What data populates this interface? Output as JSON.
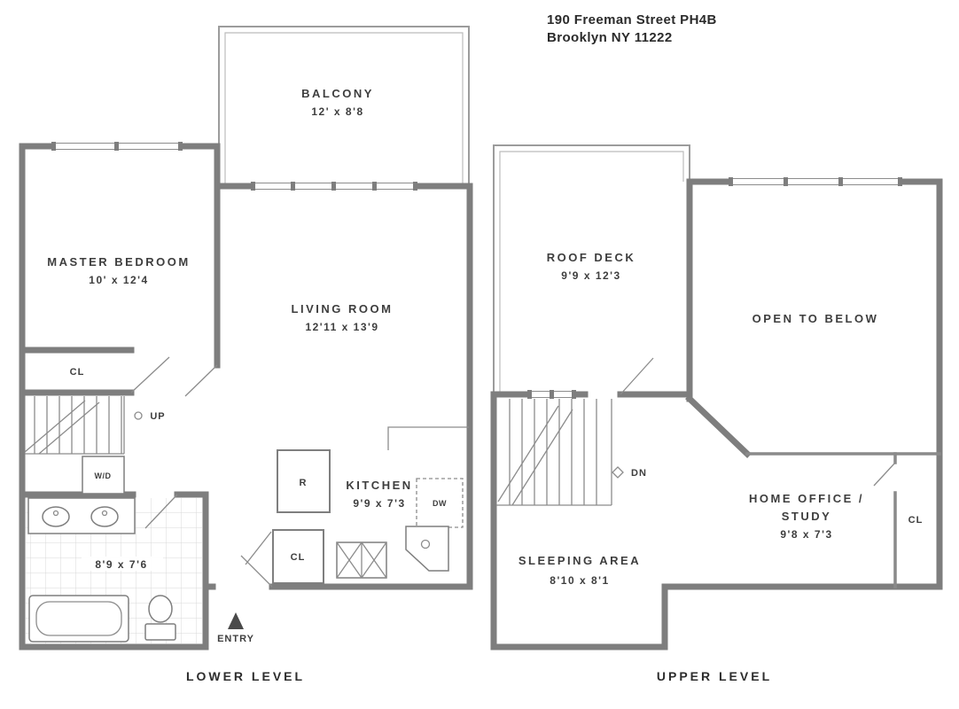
{
  "colors": {
    "wall": "#7e7e7e",
    "text": "#3e3e3e",
    "railing": "#9c9c9c",
    "background": "#ffffff"
  },
  "header": {
    "line1": "190 Freeman Street PH4B",
    "line2": "Brooklyn NY 11222"
  },
  "lower": {
    "level_label": "LOWER LEVEL",
    "balcony": {
      "name": "BALCONY",
      "dims": "12' x 8'8"
    },
    "master_bedroom": {
      "name": "MASTER BEDROOM",
      "dims": "10' x 12'4"
    },
    "living_room": {
      "name": "LIVING ROOM",
      "dims": "12'11 x 13'9"
    },
    "kitchen": {
      "name": "KITCHEN",
      "dims": "9'9 x 7'3"
    },
    "bathroom": {
      "dims": "8'9 x 7'6"
    },
    "bedroom_closet": {
      "name": "CL"
    },
    "kitchen_closet": {
      "name": "CL"
    },
    "washer_dryer": {
      "name": "W/D"
    },
    "refrigerator": {
      "name": "R"
    },
    "dishwasher": {
      "name": "DW"
    },
    "stairs": {
      "direction": "UP"
    },
    "entry": {
      "name": "ENTRY"
    }
  },
  "upper": {
    "level_label": "UPPER LEVEL",
    "roof_deck": {
      "name": "ROOF DECK",
      "dims": "9'9 x 12'3"
    },
    "open_to_below": {
      "name": "OPEN TO BELOW"
    },
    "sleeping_area": {
      "name": "SLEEPING AREA",
      "dims": "8'10 x 8'1"
    },
    "home_office": {
      "name_line1": "HOME OFFICE /",
      "name_line2": "STUDY",
      "dims": "9'8 x 7'3"
    },
    "closet": {
      "name": "CL"
    },
    "stairs": {
      "direction": "DN"
    }
  }
}
